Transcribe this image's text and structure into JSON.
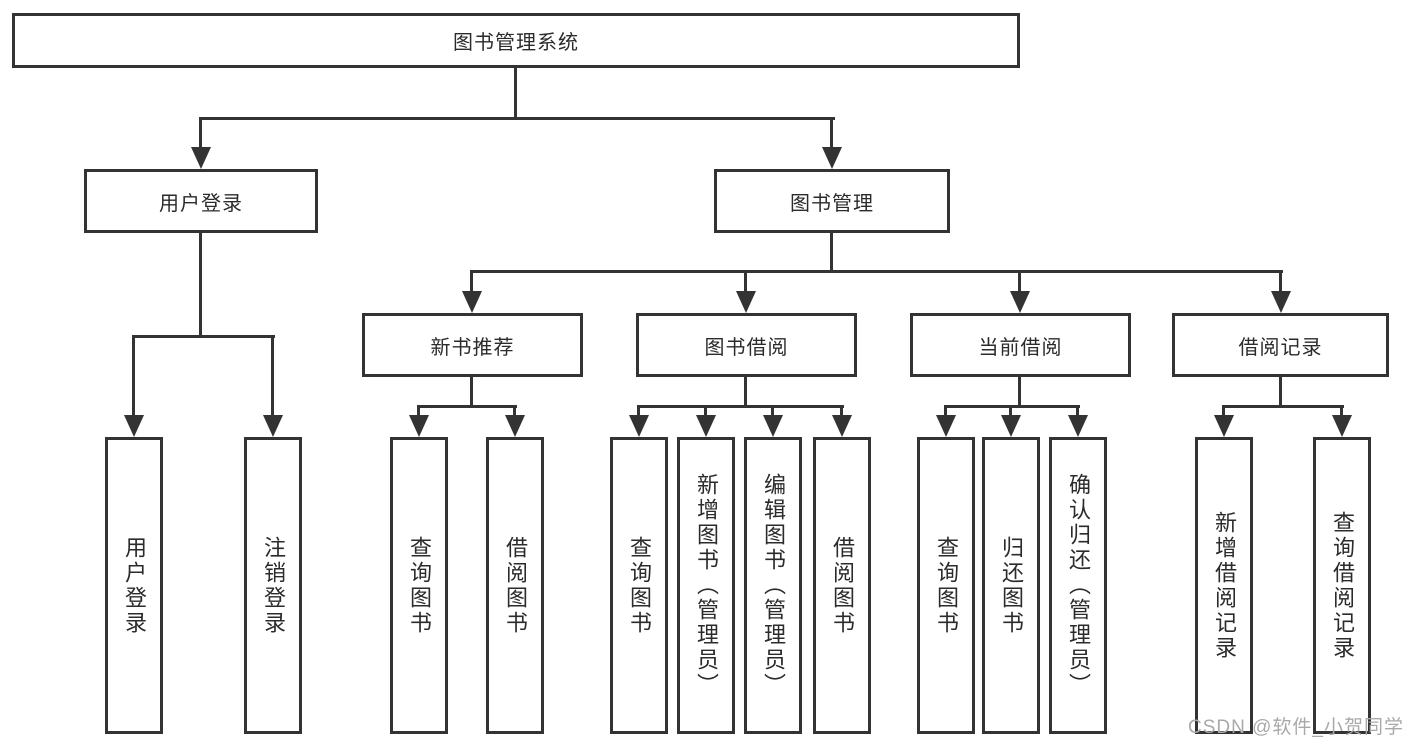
{
  "colors": {
    "background": "#ffffff",
    "border": "#333333",
    "line": "#333333",
    "text": "#2b2b2b",
    "watermark": "#a9a9a9"
  },
  "watermark": {
    "text": "CSDN @软件_小贺同学"
  },
  "nodes": {
    "root": "图书管理系统",
    "user_login": "用户登录",
    "book_mgmt": "图书管理",
    "new_book_rec": "新书推荐",
    "book_borrow": "图书借阅",
    "current_borrow": "当前借阅",
    "borrow_record": "借阅记录",
    "leaf_user_login": "用户登录",
    "leaf_logout": "注销登录",
    "leaf_query_book_rec": "查询图书",
    "leaf_borrow_book_rec": "借阅图书",
    "leaf_query_book_borrow": "查询图书",
    "leaf_add_book": "新增图书（管理员）",
    "leaf_edit_book": "编辑图书（管理员）",
    "leaf_borrow_book_borrow": "借阅图书",
    "leaf_query_book_current": "查询图书",
    "leaf_return_book": "归还图书",
    "leaf_confirm_return": "确认归还（管理员）",
    "leaf_add_borrow_record": "新增借阅记录",
    "leaf_query_borrow_record": "查询借阅记录"
  }
}
